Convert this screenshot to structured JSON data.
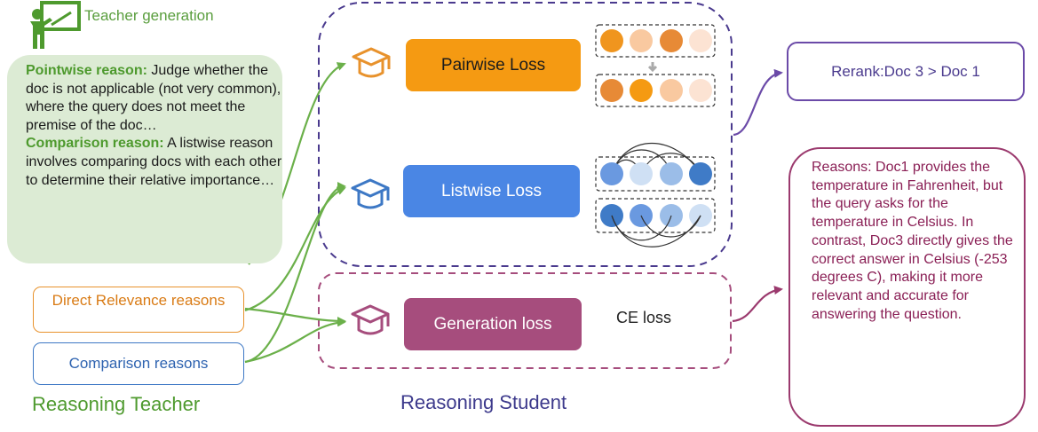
{
  "teacher_generation_label": "Teacher generation",
  "reason_box": {
    "pointwise_title": "Pointwise reason:",
    "pointwise_text": " Judge whether the doc is not applicable (not very common), where the query does not meet the premise of the doc…",
    "comparison_title": "Comparison reason:",
    "comparison_text": " A listwise reason involves comparing docs with each other to determine their relative importance…"
  },
  "sources": {
    "direct_relevance": "Direct Relevance reasons",
    "comparison": "Comparison reasons"
  },
  "teacher_title": "Reasoning Teacher",
  "student_title": "Reasoning Student",
  "losses": {
    "pairwise": "Pairwise Loss",
    "listwise": "Listwise Loss",
    "generation": "Generation loss",
    "ce": "CE loss"
  },
  "rerank_text": "Rerank:Doc 3 > Doc 1",
  "reasons_text": "Reasons: Doc1 provides the temperature in Fahrenheit, but the query asks for the temperature in Celsius. In contrast, Doc3 directly gives the correct answer in Celsius (-253 degrees C), making it more relevant and accurate for answering the question.",
  "colors": {
    "teacher_green": "#4e9a2e",
    "student_purple": "#4a3a8e",
    "pairwise_orange": "#f59a12",
    "listwise_blue": "#4a86e4",
    "generation_plum": "#a64d7d",
    "reasons_plum": "#9b3a6e"
  },
  "icons": [
    "teacher-at-board-icon",
    "graduation-cap-icon"
  ]
}
